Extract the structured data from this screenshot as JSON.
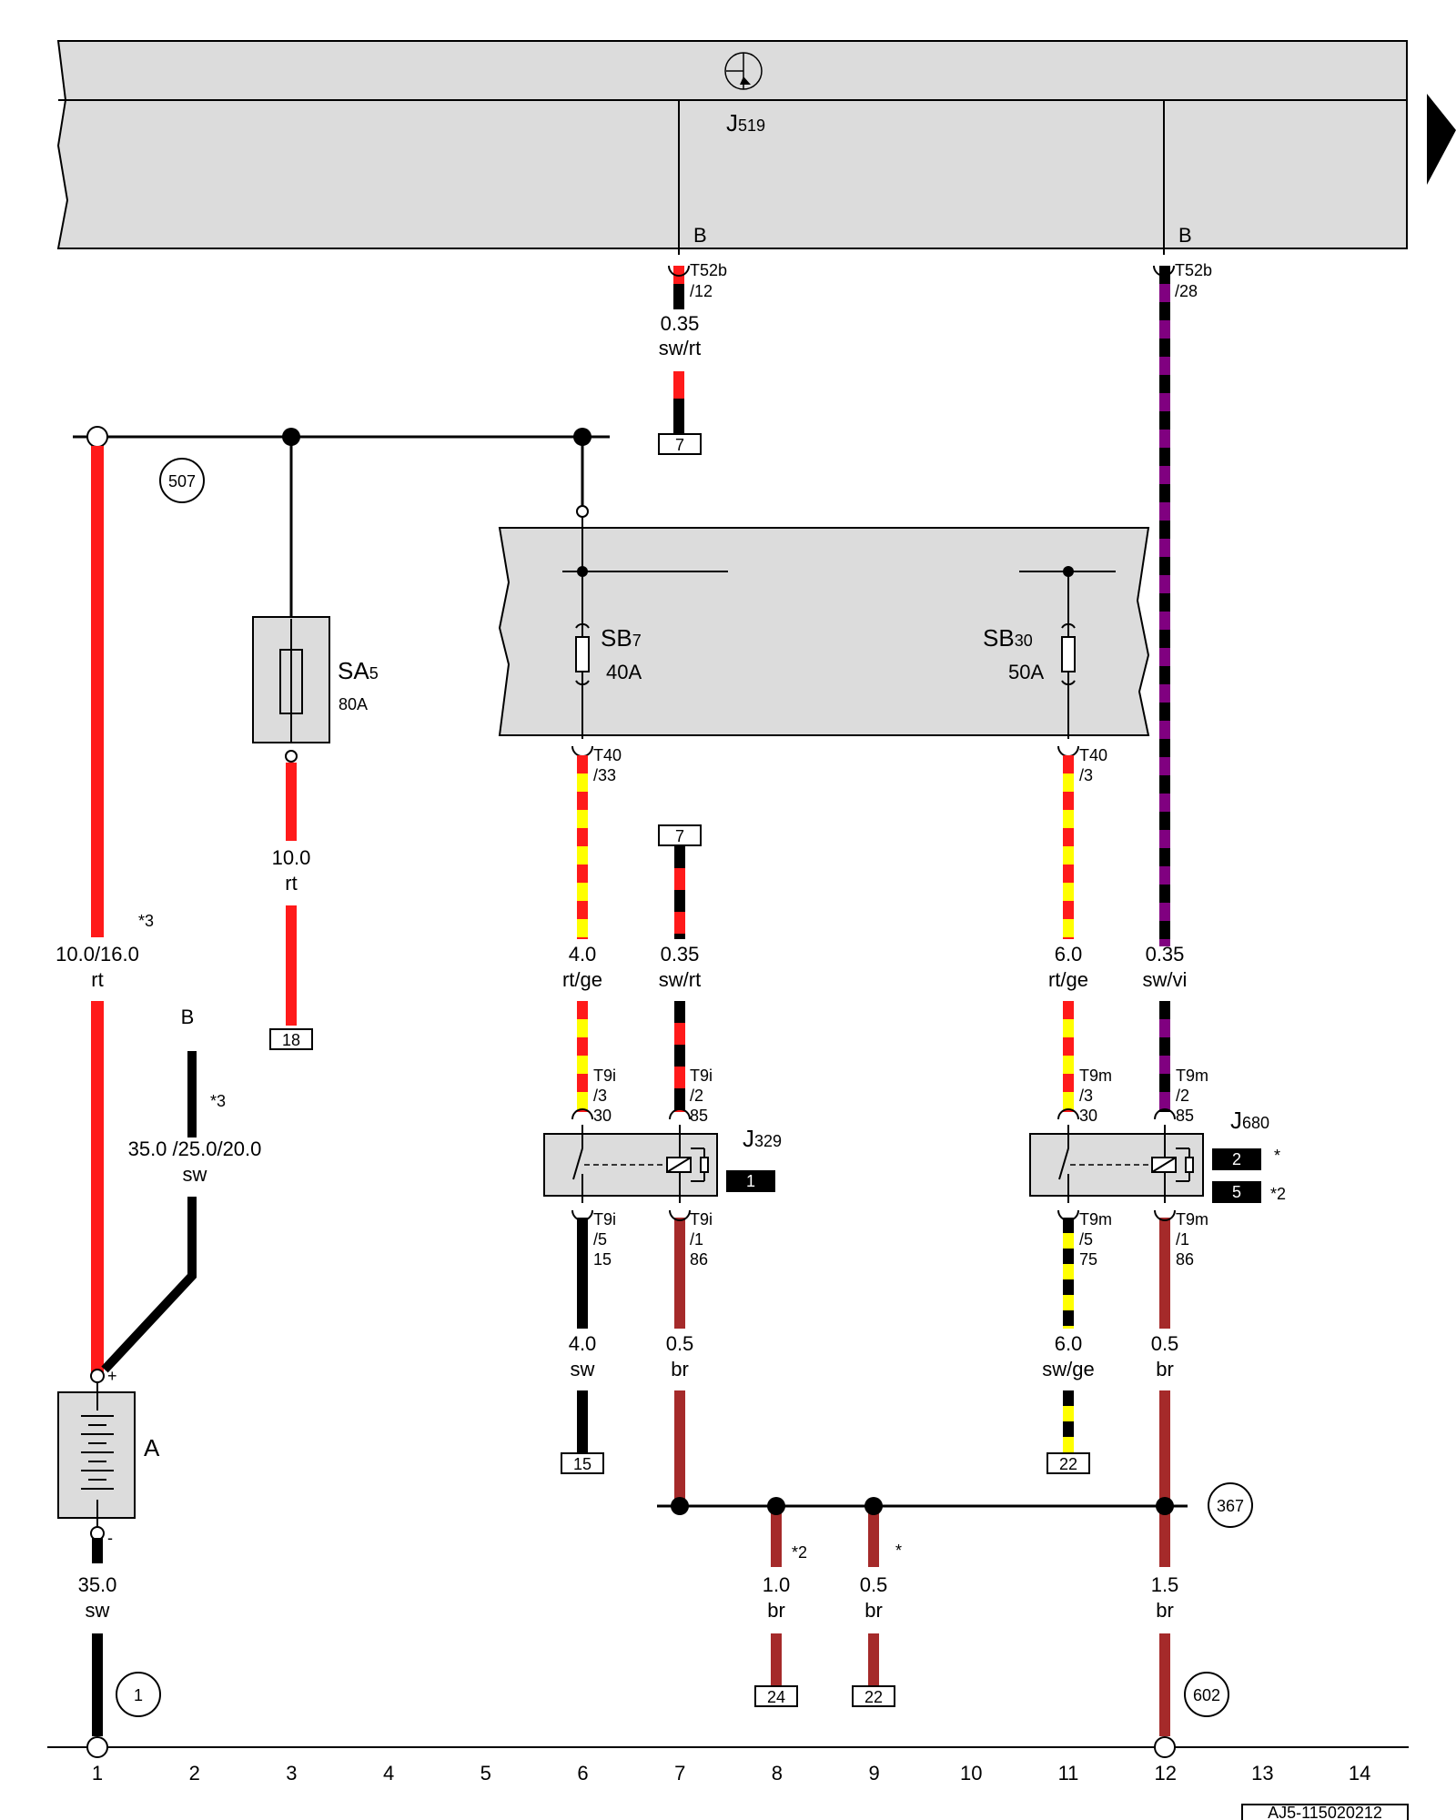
{
  "colors": {
    "red": "#ff1a1a",
    "black": "#000000",
    "yellow": "#ffff00",
    "violet": "#800080",
    "brown": "#a52a2a",
    "housing": "#dcdcdc"
  },
  "components": {
    "j519": {
      "label": "J",
      "sub": "519"
    },
    "sa5": {
      "label": "SA",
      "sub": "5",
      "rating": "80A"
    },
    "sb7": {
      "label": "SB",
      "sub": "7",
      "rating": "40A"
    },
    "sb30": {
      "label": "SB",
      "sub": "30",
      "rating": "50A"
    },
    "j329": {
      "label": "J",
      "sub": "329",
      "flag": "1"
    },
    "j680": {
      "label": "J",
      "sub": "680",
      "flag1": "2",
      "flag1_note": "*",
      "flag2": "5",
      "flag2_note": "*2"
    },
    "battery": {
      "label": "A",
      "plus": "+",
      "minus": "-"
    }
  },
  "pins": {
    "t52b_12": {
      "conn": "T52b",
      "pin": "/12",
      "side": "B"
    },
    "t52b_28": {
      "conn": "T52b",
      "pin": "/28",
      "side": "B"
    },
    "t40_33": {
      "conn": "T40",
      "pin": "/33"
    },
    "t40_3": {
      "conn": "T40",
      "pin": "/3"
    },
    "t9i_3": {
      "conn": "T9i",
      "pin": "/3",
      "term": "30"
    },
    "t9i_2": {
      "conn": "T9i",
      "pin": "/2",
      "term": "85"
    },
    "t9i_5": {
      "conn": "T9i",
      "pin": "/5",
      "term": "15"
    },
    "t9i_1": {
      "conn": "T9i",
      "pin": "/1",
      "term": "86"
    },
    "t9m_3": {
      "conn": "T9m",
      "pin": "/3",
      "term": "30"
    },
    "t9m_2": {
      "conn": "T9m",
      "pin": "/2",
      "term": "85"
    },
    "t9m_5": {
      "conn": "T9m",
      "pin": "/5",
      "term": "75"
    },
    "t9m_1": {
      "conn": "T9m",
      "pin": "/1",
      "term": "86"
    }
  },
  "wires": {
    "w_top_c7": {
      "size": "0.35",
      "color": "sw/rt"
    },
    "w_c1": {
      "size": "10.0/16.0",
      "color": "rt",
      "note": "*3"
    },
    "w_c3": {
      "size": "10.0",
      "color": "rt"
    },
    "w_b": {
      "size": "35.0 /25.0/20.0",
      "color": "sw",
      "note": "*3",
      "tag": "B"
    },
    "w_c6_top": {
      "size": "4.0",
      "color": "rt/ge"
    },
    "w_c7_mid": {
      "size": "0.35",
      "color": "sw/rt"
    },
    "w_c11_top": {
      "size": "6.0",
      "color": "rt/ge"
    },
    "w_c12_top": {
      "size": "0.35",
      "color": "sw/vi"
    },
    "w_c6_bot": {
      "size": "4.0",
      "color": "sw"
    },
    "w_c7_bot": {
      "size": "0.5",
      "color": "br"
    },
    "w_c11_bot": {
      "size": "6.0",
      "color": "sw/ge"
    },
    "w_c12_bot": {
      "size": "0.5",
      "color": "br"
    },
    "w_batt_neg": {
      "size": "35.0",
      "color": "sw"
    },
    "w_c8": {
      "size": "1.0",
      "color": "br",
      "note": "*2"
    },
    "w_c9": {
      "size": "0.5",
      "color": "br",
      "note": "*"
    },
    "w_c12_gnd": {
      "size": "1.5",
      "color": "br"
    }
  },
  "refs": {
    "top7": "7",
    "mid7": "7",
    "r18": "18",
    "r15": "15",
    "r22a": "22",
    "r24": "24",
    "r22b": "22"
  },
  "circles": {
    "c507": "507",
    "c367": "367",
    "c602": "602",
    "c1": "1"
  },
  "axis": [
    "1",
    "2",
    "3",
    "4",
    "5",
    "6",
    "7",
    "8",
    "9",
    "10",
    "11",
    "12",
    "13",
    "14"
  ],
  "footer": "AJ5-115020212"
}
